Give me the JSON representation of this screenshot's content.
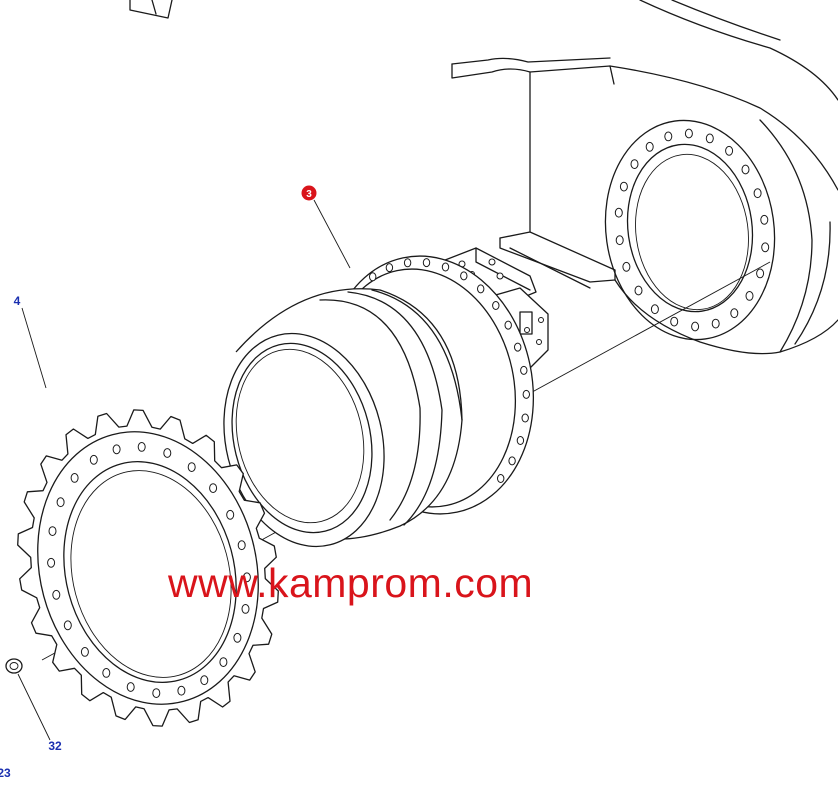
{
  "callouts": {
    "part_3": "3",
    "part_4": "4",
    "part_32": "32",
    "part_23": "23"
  },
  "watermark": "www.kamprom.com",
  "colors": {
    "line": "#1a1a1a",
    "callout_blue": "#1a2fb0",
    "badge_red": "#d9141b",
    "watermark_red": "#d9141b"
  }
}
